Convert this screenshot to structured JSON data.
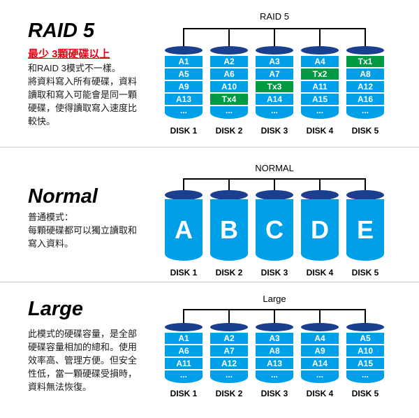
{
  "colors": {
    "disk_body": "#00a0e9",
    "disk_cap": "#1b3f8f",
    "parity_green": "#009944",
    "accent_red": "#e60012",
    "divider": "#c9c9c9",
    "line": "#000000"
  },
  "sections": [
    {
      "title": "RAID 5",
      "subtitle": "最少 3顆硬碟以上",
      "description": "和RAID 3模式不一樣。\n將資料寫入所有硬碟，資料\n讀取和寫入可能會是同一顆\n硬碟，使得讀取寫入速度比\n較快。",
      "diagram_label": "RAID 5",
      "disk_labels": [
        "DISK 1",
        "DISK 2",
        "DISK 3",
        "DISK 4",
        "DISK 5"
      ],
      "disks": [
        {
          "cells": [
            {
              "text": "A1",
              "type": "data"
            },
            {
              "text": "A5",
              "type": "data"
            },
            {
              "text": "A9",
              "type": "data"
            },
            {
              "text": "A13",
              "type": "data"
            },
            {
              "text": "...",
              "type": "more"
            }
          ]
        },
        {
          "cells": [
            {
              "text": "A2",
              "type": "data"
            },
            {
              "text": "A6",
              "type": "data"
            },
            {
              "text": "A10",
              "type": "data"
            },
            {
              "text": "Tx4",
              "type": "parity"
            },
            {
              "text": "...",
              "type": "more"
            }
          ]
        },
        {
          "cells": [
            {
              "text": "A3",
              "type": "data"
            },
            {
              "text": "A7",
              "type": "data"
            },
            {
              "text": "Tx3",
              "type": "parity"
            },
            {
              "text": "A14",
              "type": "data"
            },
            {
              "text": "...",
              "type": "more"
            }
          ]
        },
        {
          "cells": [
            {
              "text": "A4",
              "type": "data"
            },
            {
              "text": "Tx2",
              "type": "parity"
            },
            {
              "text": "A11",
              "type": "data"
            },
            {
              "text": "A15",
              "type": "data"
            },
            {
              "text": "...",
              "type": "more"
            }
          ]
        },
        {
          "cells": [
            {
              "text": "Tx1",
              "type": "parity"
            },
            {
              "text": "A8",
              "type": "data"
            },
            {
              "text": "A12",
              "type": "data"
            },
            {
              "text": "A16",
              "type": "data"
            },
            {
              "text": "...",
              "type": "more"
            }
          ]
        }
      ]
    },
    {
      "title": "Normal",
      "description": "普通模式：\n每顆硬碟都可以獨立讀取和\n寫入資料。",
      "diagram_label": "NORMAL",
      "disk_labels": [
        "DISK 1",
        "DISK 2",
        "DISK 3",
        "DISK 4",
        "DISK 5"
      ],
      "letters": [
        "A",
        "B",
        "C",
        "D",
        "E"
      ]
    },
    {
      "title": "Large",
      "description": "此模式的硬碟容量，是全部\n硬碟容量相加的總和。使用\n效率高、管理方便。但安全\n性低，當一顆硬碟受損時，\n資料無法恢復。",
      "diagram_label": "Large",
      "disk_labels": [
        "DISK 1",
        "DISK 2",
        "DISK 3",
        "DISK 4",
        "DISK 5"
      ],
      "disks": [
        {
          "cells": [
            {
              "text": "A1",
              "type": "data"
            },
            {
              "text": "A6",
              "type": "data"
            },
            {
              "text": "A11",
              "type": "data"
            },
            {
              "text": "...",
              "type": "more"
            }
          ]
        },
        {
          "cells": [
            {
              "text": "A2",
              "type": "data"
            },
            {
              "text": "A7",
              "type": "data"
            },
            {
              "text": "A12",
              "type": "data"
            },
            {
              "text": "...",
              "type": "more"
            }
          ]
        },
        {
          "cells": [
            {
              "text": "A3",
              "type": "data"
            },
            {
              "text": "A8",
              "type": "data"
            },
            {
              "text": "A13",
              "type": "data"
            },
            {
              "text": "...",
              "type": "more"
            }
          ]
        },
        {
          "cells": [
            {
              "text": "A4",
              "type": "data"
            },
            {
              "text": "A9",
              "type": "data"
            },
            {
              "text": "A14",
              "type": "data"
            },
            {
              "text": "...",
              "type": "more"
            }
          ]
        },
        {
          "cells": [
            {
              "text": "A5",
              "type": "data"
            },
            {
              "text": "A10",
              "type": "data"
            },
            {
              "text": "A15",
              "type": "data"
            },
            {
              "text": "...",
              "type": "more"
            }
          ]
        }
      ]
    }
  ]
}
